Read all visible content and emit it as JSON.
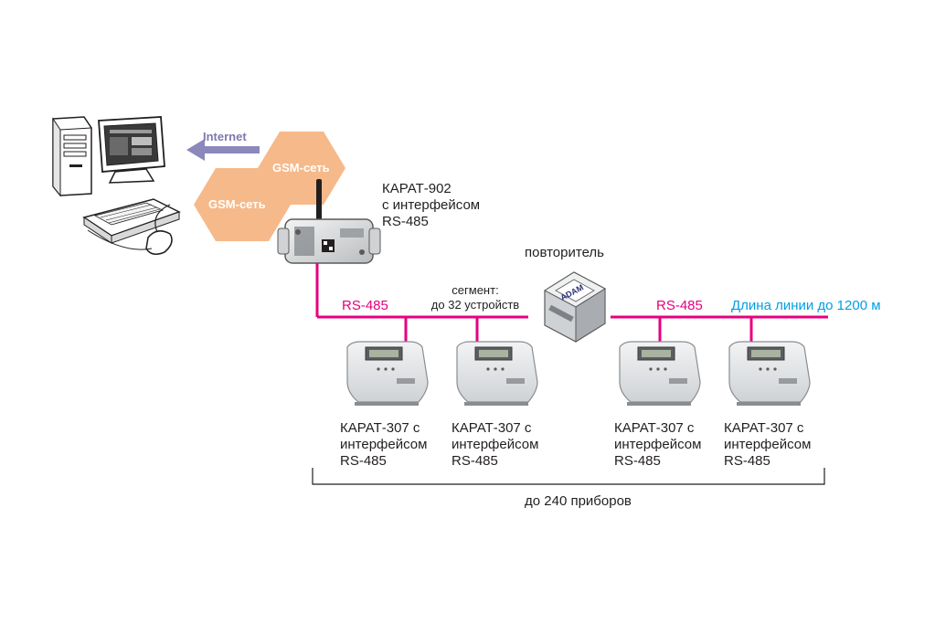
{
  "internet_label": "Internet",
  "gsm": [
    "GSM-сеть",
    "GSM-сеть"
  ],
  "controller": {
    "lines": [
      "КАРАТ-902",
      "с интерфейсом",
      "RS-485"
    ]
  },
  "repeater_label": "повторитель",
  "segment_label": [
    "сегмент:",
    "до 32 устройств"
  ],
  "bus": {
    "left_label": "RS-485",
    "right_label": "RS-485",
    "length_label": "Длина линии до 1200 м"
  },
  "meters": [
    {
      "lines": [
        "КАРАТ-307 с",
        "интерфейсом",
        "RS-485"
      ]
    },
    {
      "lines": [
        "КАРАТ-307 с",
        "интерфейсом",
        "RS-485"
      ]
    },
    {
      "lines": [
        "КАРАТ-307 с",
        "интерфейсом",
        "RS-485"
      ]
    },
    {
      "lines": [
        "КАРАТ-307 с",
        "интерфейсом",
        "RS-485"
      ]
    }
  ],
  "total_label": "до 240 приборов",
  "colors": {
    "bus": "#e6007e",
    "hexagon": "#f6b98a",
    "arrow": "#8c88bb",
    "length_text": "#009fe3"
  }
}
